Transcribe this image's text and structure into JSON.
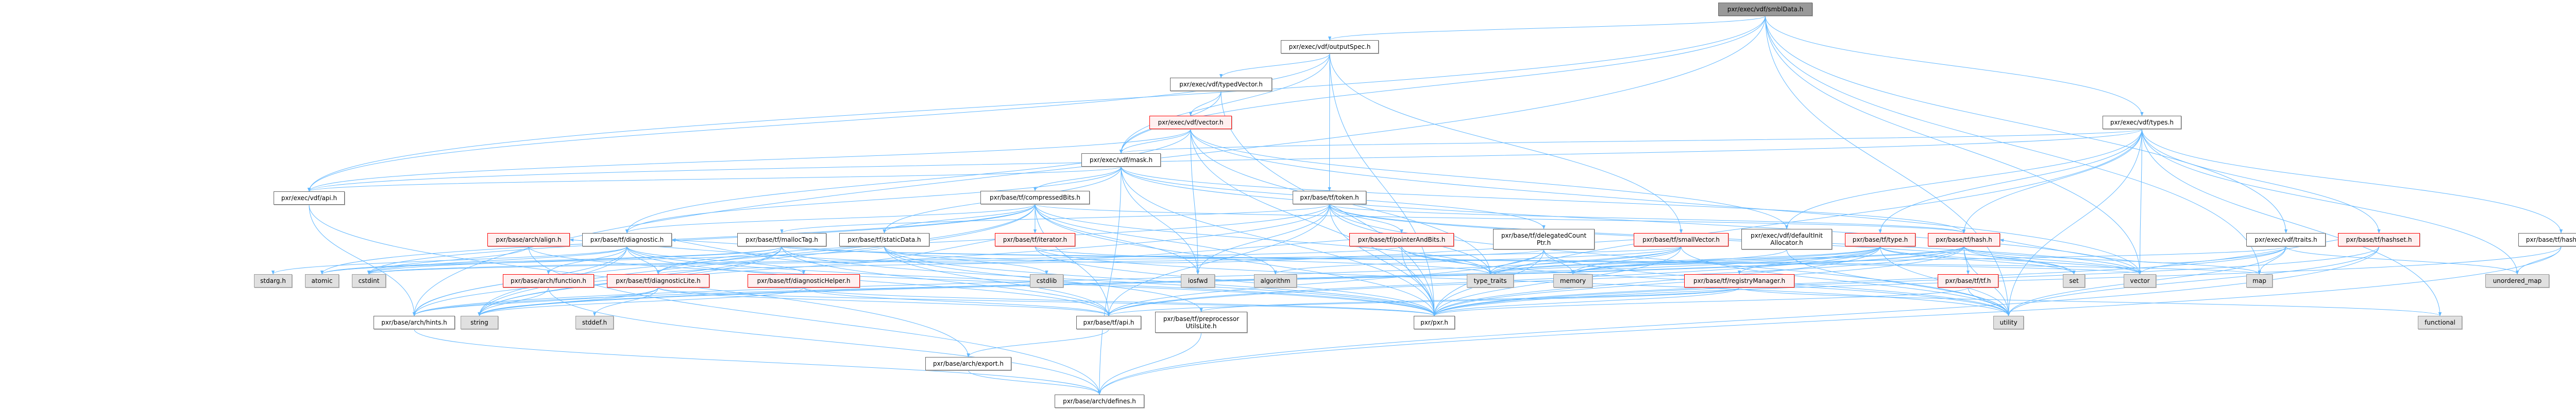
{
  "title": "pxr/exec/vdf/smblData.h",
  "colors": {
    "edge": "#63b8ff",
    "root_fill": "#999999",
    "truncated_border": "#ff0000",
    "truncated_fill": "#fff0f0",
    "external_fill": "#e0e0e0"
  },
  "nodes": [
    {
      "id": "root",
      "label": "pxr/exec/vdf/smblData.h",
      "kind": "root"
    },
    {
      "id": "outputSpec",
      "label": "pxr/exec/vdf/outputSpec.h",
      "kind": "internal"
    },
    {
      "id": "typedVector",
      "label": "pxr/exec/vdf/typedVector.h",
      "kind": "internal"
    },
    {
      "id": "vdfVector",
      "label": "pxr/exec/vdf/vector.h",
      "kind": "truncated"
    },
    {
      "id": "types",
      "label": "pxr/exec/vdf/types.h",
      "kind": "internal"
    },
    {
      "id": "mask",
      "label": "pxr/exec/vdf/mask.h",
      "kind": "internal"
    },
    {
      "id": "vdfApi",
      "label": "pxr/exec/vdf/api.h",
      "kind": "internal"
    },
    {
      "id": "compressedBits",
      "label": "pxr/base/tf/compressedBits.h",
      "kind": "internal"
    },
    {
      "id": "token",
      "label": "pxr/base/tf/token.h",
      "kind": "internal"
    },
    {
      "id": "align",
      "label": "pxr/base/arch/align.h",
      "kind": "truncated"
    },
    {
      "id": "diagnostic",
      "label": "pxr/base/tf/diagnostic.h",
      "kind": "internal"
    },
    {
      "id": "mallocTag",
      "label": "pxr/base/tf/mallocTag.h",
      "kind": "internal"
    },
    {
      "id": "staticData",
      "label": "pxr/base/tf/staticData.h",
      "kind": "internal"
    },
    {
      "id": "iterator",
      "label": "pxr/base/tf/iterator.h",
      "kind": "truncated"
    },
    {
      "id": "pointerAndBits",
      "label": "pxr/base/tf/pointerAndBits.h",
      "kind": "truncated"
    },
    {
      "id": "delegatedCountPtr",
      "label": "pxr/base/tf/delegatedCount\nPtr.h",
      "kind": "internal"
    },
    {
      "id": "smallVector",
      "label": "pxr/base/tf/smallVector.h",
      "kind": "truncated"
    },
    {
      "id": "defaultInitAllocator",
      "label": "pxr/exec/vdf/defaultInit\nAllocator.h",
      "kind": "internal"
    },
    {
      "id": "type",
      "label": "pxr/base/tf/type.h",
      "kind": "truncated"
    },
    {
      "id": "hash",
      "label": "pxr/base/tf/hash.h",
      "kind": "truncated"
    },
    {
      "id": "traits",
      "label": "pxr/exec/vdf/traits.h",
      "kind": "internal"
    },
    {
      "id": "hashset",
      "label": "pxr/base/tf/hashset.h",
      "kind": "truncated"
    },
    {
      "id": "hashmap",
      "label": "pxr/base/tf/hashmap.h",
      "kind": "internal"
    },
    {
      "id": "stdarg",
      "label": "stdarg.h",
      "kind": "external"
    },
    {
      "id": "atomic",
      "label": "atomic",
      "kind": "external"
    },
    {
      "id": "cstdint",
      "label": "cstdint",
      "kind": "external"
    },
    {
      "id": "archFunction",
      "label": "pxr/base/arch/function.h",
      "kind": "truncated"
    },
    {
      "id": "diagnosticLite",
      "label": "pxr/base/tf/diagnosticLite.h",
      "kind": "truncated"
    },
    {
      "id": "diagnosticHelper",
      "label": "pxr/base/tf/diagnosticHelper.h",
      "kind": "truncated"
    },
    {
      "id": "cstdlib",
      "label": "cstdlib",
      "kind": "external"
    },
    {
      "id": "iosfwd",
      "label": "iosfwd",
      "kind": "external"
    },
    {
      "id": "algorithm",
      "label": "algorithm",
      "kind": "external"
    },
    {
      "id": "type_traits",
      "label": "type_traits",
      "kind": "external"
    },
    {
      "id": "memory",
      "label": "memory",
      "kind": "external"
    },
    {
      "id": "registryManager",
      "label": "pxr/base/tf/registryManager.h",
      "kind": "truncated"
    },
    {
      "id": "tfh",
      "label": "pxr/base/tf/tf.h",
      "kind": "truncated"
    },
    {
      "id": "set",
      "label": "set",
      "kind": "external"
    },
    {
      "id": "vector",
      "label": "vector",
      "kind": "external"
    },
    {
      "id": "map",
      "label": "map",
      "kind": "external"
    },
    {
      "id": "unordered_map",
      "label": "unordered_map",
      "kind": "external"
    },
    {
      "id": "hints",
      "label": "pxr/base/arch/hints.h",
      "kind": "internal"
    },
    {
      "id": "string",
      "label": "string",
      "kind": "external"
    },
    {
      "id": "stddef",
      "label": "stddef.h",
      "kind": "external"
    },
    {
      "id": "tfApi",
      "label": "pxr/base/tf/api.h",
      "kind": "internal"
    },
    {
      "id": "preprocessor",
      "label": "pxr/base/tf/preprocessor\nUtilsLite.h",
      "kind": "internal"
    },
    {
      "id": "pxr",
      "label": "pxr/pxr.h",
      "kind": "internal"
    },
    {
      "id": "utility",
      "label": "utility",
      "kind": "external"
    },
    {
      "id": "functional",
      "label": "functional",
      "kind": "external"
    },
    {
      "id": "export",
      "label": "pxr/base/arch/export.h",
      "kind": "internal"
    },
    {
      "id": "defines",
      "label": "pxr/base/arch/defines.h",
      "kind": "internal"
    }
  ],
  "edges": [
    [
      "root",
      "outputSpec"
    ],
    [
      "root",
      "types"
    ],
    [
      "root",
      "traits"
    ],
    [
      "root",
      "mask"
    ],
    [
      "root",
      "vdfApi"
    ],
    [
      "root",
      "map"
    ],
    [
      "root",
      "vector"
    ],
    [
      "root",
      "utility"
    ],
    [
      "root",
      "hints"
    ],
    [
      "outputSpec",
      "vdfApi"
    ],
    [
      "outputSpec",
      "typedVector"
    ],
    [
      "outputSpec",
      "token"
    ],
    [
      "outputSpec",
      "pxr"
    ],
    [
      "outputSpec",
      "smallVector"
    ],
    [
      "outputSpec",
      "mask"
    ],
    [
      "typedVector",
      "vdfVector"
    ],
    [
      "typedVector",
      "mask"
    ],
    [
      "typedVector",
      "pxr"
    ],
    [
      "vdfVector",
      "mask"
    ],
    [
      "vdfVector",
      "vdfApi"
    ],
    [
      "vdfVector",
      "diagnostic"
    ],
    [
      "vdfVector",
      "iosfwd"
    ],
    [
      "vdfVector",
      "pxr"
    ],
    [
      "vdfVector",
      "defaultInitAllocator"
    ],
    [
      "vdfVector",
      "type_traits"
    ],
    [
      "vdfVector",
      "vector"
    ],
    [
      "mask",
      "compressedBits"
    ],
    [
      "mask",
      "staticData"
    ],
    [
      "mask",
      "vdfApi"
    ],
    [
      "mask",
      "hash"
    ],
    [
      "mask",
      "iosfwd"
    ],
    [
      "mask",
      "pxr"
    ],
    [
      "mask",
      "delegatedCountPtr"
    ],
    [
      "mask",
      "defines"
    ],
    [
      "mask",
      "diagnostic"
    ],
    [
      "mask",
      "vector"
    ],
    [
      "compressedBits",
      "iterator"
    ],
    [
      "compressedBits",
      "staticData"
    ],
    [
      "compressedBits",
      "diagnostic"
    ],
    [
      "compressedBits",
      "hints"
    ],
    [
      "compressedBits",
      "cstdint"
    ],
    [
      "compressedBits",
      "algorithm"
    ],
    [
      "compressedBits",
      "iosfwd"
    ],
    [
      "compressedBits",
      "type_traits"
    ],
    [
      "compressedBits",
      "hash"
    ],
    [
      "compressedBits",
      "pxr"
    ],
    [
      "compressedBits",
      "tfApi"
    ],
    [
      "compressedBits",
      "atomic"
    ],
    [
      "compressedBits",
      "string"
    ],
    [
      "token",
      "pointerAndBits"
    ],
    [
      "token",
      "hash"
    ],
    [
      "token",
      "diagnosticLite"
    ],
    [
      "token",
      "tfApi"
    ],
    [
      "token",
      "iosfwd"
    ],
    [
      "token",
      "string"
    ],
    [
      "token",
      "vector"
    ],
    [
      "token",
      "set"
    ],
    [
      "token",
      "type_traits"
    ],
    [
      "token",
      "pxr"
    ],
    [
      "token",
      "utility"
    ],
    [
      "token",
      "mallocTag"
    ],
    [
      "staticData",
      "preprocessor"
    ],
    [
      "staticData",
      "pxr"
    ],
    [
      "staticData",
      "tfApi"
    ],
    [
      "staticData",
      "atomic"
    ],
    [
      "staticData",
      "cstdlib"
    ],
    [
      "iterator",
      "diagnostic"
    ],
    [
      "iterator",
      "type_traits"
    ],
    [
      "iterator",
      "pxr"
    ],
    [
      "iterator",
      "utility"
    ],
    [
      "pointerAndBits",
      "type_traits"
    ],
    [
      "pointerAndBits",
      "pxr"
    ],
    [
      "pointerAndBits",
      "cstdint"
    ],
    [
      "pointerAndBits",
      "utility"
    ],
    [
      "pointerAndBits",
      "align"
    ],
    [
      "delegatedCountPtr",
      "diagnosticLite"
    ],
    [
      "delegatedCountPtr",
      "memory"
    ],
    [
      "delegatedCountPtr",
      "type_traits"
    ],
    [
      "delegatedCountPtr",
      "utility"
    ],
    [
      "delegatedCountPtr",
      "pxr"
    ],
    [
      "delegatedCountPtr",
      "tfApi"
    ],
    [
      "smallVector",
      "type_traits"
    ],
    [
      "smallVector",
      "memory"
    ],
    [
      "smallVector",
      "pxr"
    ],
    [
      "smallVector",
      "hints"
    ],
    [
      "smallVector",
      "cstdint"
    ],
    [
      "smallVector",
      "algorithm"
    ],
    [
      "smallVector",
      "utility"
    ],
    [
      "smallVector",
      "diagnostic"
    ],
    [
      "defaultInitAllocator",
      "memory"
    ],
    [
      "defaultInitAllocator",
      "utility"
    ],
    [
      "type",
      "tfApi"
    ],
    [
      "type",
      "pxr"
    ],
    [
      "type",
      "set"
    ],
    [
      "type",
      "vector"
    ],
    [
      "type",
      "string"
    ],
    [
      "type",
      "type_traits"
    ],
    [
      "type",
      "memory"
    ],
    [
      "type",
      "utility"
    ],
    [
      "type",
      "registryManager"
    ],
    [
      "hash",
      "tfh"
    ],
    [
      "hash",
      "hints"
    ],
    [
      "hash",
      "pxr"
    ],
    [
      "hash",
      "tfApi"
    ],
    [
      "hash",
      "string"
    ],
    [
      "hash",
      "map"
    ],
    [
      "hash",
      "set"
    ],
    [
      "hash",
      "vector"
    ],
    [
      "hash",
      "utility"
    ],
    [
      "hash",
      "memory"
    ],
    [
      "hash",
      "type_traits"
    ],
    [
      "traits",
      "type_traits"
    ],
    [
      "traits",
      "vector"
    ],
    [
      "traits",
      "map"
    ],
    [
      "traits",
      "unordered_map"
    ],
    [
      "traits",
      "pxr"
    ],
    [
      "traits",
      "utility"
    ],
    [
      "hashset",
      "pxr"
    ],
    [
      "hashset",
      "defines"
    ],
    [
      "hashset",
      "hash"
    ],
    [
      "hashset",
      "utility"
    ],
    [
      "hashmap",
      "unordered_map"
    ],
    [
      "hashmap",
      "pxr"
    ],
    [
      "hashmap",
      "defines"
    ],
    [
      "types",
      "hash"
    ],
    [
      "types",
      "hashset"
    ],
    [
      "types",
      "hashmap"
    ],
    [
      "types",
      "type"
    ],
    [
      "types",
      "defaultInitAllocator"
    ],
    [
      "types",
      "vector"
    ],
    [
      "types",
      "functional"
    ],
    [
      "types",
      "unordered_map"
    ],
    [
      "types",
      "pxr"
    ],
    [
      "types",
      "utility"
    ],
    [
      "types",
      "vdfApi"
    ],
    [
      "types",
      "mask"
    ],
    [
      "registryManager",
      "tfApi"
    ],
    [
      "registryManager",
      "preprocessor"
    ],
    [
      "registryManager",
      "functional"
    ],
    [
      "registryManager",
      "pxr"
    ],
    [
      "tfh",
      "utility"
    ],
    [
      "tfh",
      "pxr"
    ],
    [
      "diagnostic",
      "diagnosticLite"
    ],
    [
      "diagnostic",
      "diagnosticHelper"
    ],
    [
      "diagnostic",
      "archFunction"
    ],
    [
      "diagnostic",
      "hints"
    ],
    [
      "diagnostic",
      "cstdint"
    ],
    [
      "diagnostic",
      "stdarg"
    ],
    [
      "diagnostic",
      "string"
    ],
    [
      "diagnostic",
      "pxr"
    ],
    [
      "diagnostic",
      "tfApi"
    ],
    [
      "mallocTag",
      "atomic"
    ],
    [
      "mallocTag",
      "cstdint"
    ],
    [
      "mallocTag",
      "string"
    ],
    [
      "mallocTag",
      "vector"
    ],
    [
      "mallocTag",
      "map"
    ],
    [
      "mallocTag",
      "pxr"
    ],
    [
      "mallocTag",
      "tfApi"
    ],
    [
      "mallocTag",
      "hints"
    ],
    [
      "mallocTag",
      "diagnosticLite"
    ],
    [
      "align",
      "defines"
    ],
    [
      "align",
      "cstdint"
    ],
    [
      "align",
      "pxr"
    ],
    [
      "archFunction",
      "string"
    ],
    [
      "archFunction",
      "defines"
    ],
    [
      "diagnosticLite",
      "hints"
    ],
    [
      "diagnosticLite",
      "stddef"
    ],
    [
      "diagnosticLite",
      "string"
    ],
    [
      "diagnosticLite",
      "pxr"
    ],
    [
      "diagnosticLite",
      "tfApi"
    ],
    [
      "diagnosticHelper",
      "string"
    ],
    [
      "diagnosticHelper",
      "tfApi"
    ],
    [
      "diagnosticHelper",
      "pxr"
    ],
    [
      "hints",
      "defines"
    ],
    [
      "tfApi",
      "export"
    ],
    [
      "export",
      "defines"
    ],
    [
      "preprocessor",
      "defines"
    ],
    [
      "vdfApi",
      "export"
    ],
    [
      "vdfApi",
      "hints"
    ]
  ]
}
